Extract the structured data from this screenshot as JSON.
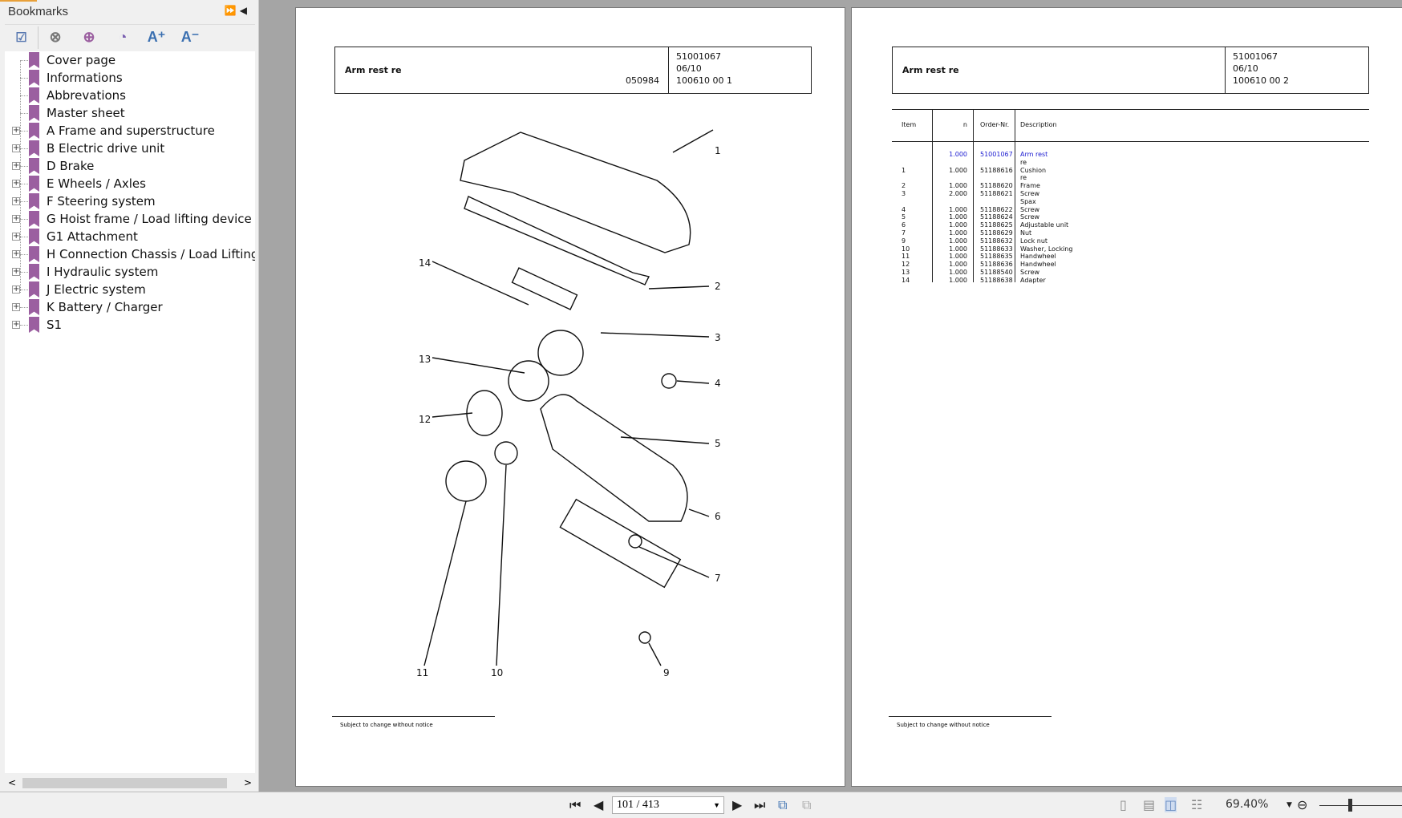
{
  "sidebar": {
    "title": "Bookmarks",
    "items": [
      {
        "label": "Cover page",
        "expandable": false
      },
      {
        "label": "Informations",
        "expandable": false
      },
      {
        "label": "Abbrevations",
        "expandable": false
      },
      {
        "label": "Master sheet",
        "expandable": false
      },
      {
        "label": "A Frame and superstructure",
        "expandable": true
      },
      {
        "label": "B Electric drive unit",
        "expandable": true
      },
      {
        "label": "D Brake",
        "expandable": true
      },
      {
        "label": "E Wheels / Axles",
        "expandable": true
      },
      {
        "label": "F Steering system",
        "expandable": true
      },
      {
        "label": "G Hoist frame / Load lifting device",
        "expandable": true
      },
      {
        "label": "G1 Attachment",
        "expandable": true
      },
      {
        "label": "H Connection Chassis / Load Lifting Devi",
        "expandable": true
      },
      {
        "label": "I Hydraulic system",
        "expandable": true
      },
      {
        "label": "J Electric system",
        "expandable": true
      },
      {
        "label": "K Battery / Charger",
        "expandable": true
      },
      {
        "label": "S1",
        "expandable": true
      }
    ]
  },
  "left_page": {
    "title": "Arm rest re",
    "code": "050984",
    "ref": "51001067",
    "date": "06/10",
    "sheet": "100610 00 1",
    "footer": "Subject to change without notice",
    "callouts": [
      "1",
      "2",
      "3",
      "4",
      "5",
      "6",
      "7",
      "9",
      "10",
      "11",
      "12",
      "13",
      "14"
    ]
  },
  "right_page": {
    "title": "Arm rest re",
    "ref": "51001067",
    "date": "06/10",
    "sheet": "100610 00 2",
    "footer": "Subject to change without notice",
    "headers": [
      "Item",
      "n",
      "Order-Nr.",
      "Description"
    ],
    "rows": [
      {
        "item": "",
        "n": "1.000",
        "order": "51001067",
        "desc": "Arm rest",
        "link": true
      },
      {
        "item": "",
        "n": "",
        "order": "",
        "desc": "re"
      },
      {
        "item": "1",
        "n": "1.000",
        "order": "51188616",
        "desc": "Cushion"
      },
      {
        "item": "",
        "n": "",
        "order": "",
        "desc": "re"
      },
      {
        "item": "2",
        "n": "1.000",
        "order": "51188620",
        "desc": "Frame"
      },
      {
        "item": "3",
        "n": "2.000",
        "order": "51188621",
        "desc": "Screw"
      },
      {
        "item": "",
        "n": "",
        "order": "",
        "desc": "Spax"
      },
      {
        "item": "4",
        "n": "1.000",
        "order": "51188622",
        "desc": "Screw"
      },
      {
        "item": "5",
        "n": "1.000",
        "order": "51188624",
        "desc": "Screw"
      },
      {
        "item": "6",
        "n": "1.000",
        "order": "51188625",
        "desc": "Adjustable unit"
      },
      {
        "item": "7",
        "n": "1.000",
        "order": "51188629",
        "desc": "Nut"
      },
      {
        "item": "9",
        "n": "1.000",
        "order": "51188632",
        "desc": "Lock nut"
      },
      {
        "item": "10",
        "n": "1.000",
        "order": "51188633",
        "desc": "Washer, Locking"
      },
      {
        "item": "11",
        "n": "1.000",
        "order": "51188635",
        "desc": "Handwheel"
      },
      {
        "item": "12",
        "n": "1.000",
        "order": "51188636",
        "desc": "Handwheel"
      },
      {
        "item": "13",
        "n": "1.000",
        "order": "51188540",
        "desc": "Screw"
      },
      {
        "item": "14",
        "n": "1.000",
        "order": "51188638",
        "desc": "Adapter"
      }
    ]
  },
  "statusbar": {
    "page": "101 / 413",
    "zoom": "69.40%"
  },
  "colors": {
    "link": "#1a1ad0",
    "bookmark": "#9b5fa0",
    "background": "#a5a5a5"
  }
}
